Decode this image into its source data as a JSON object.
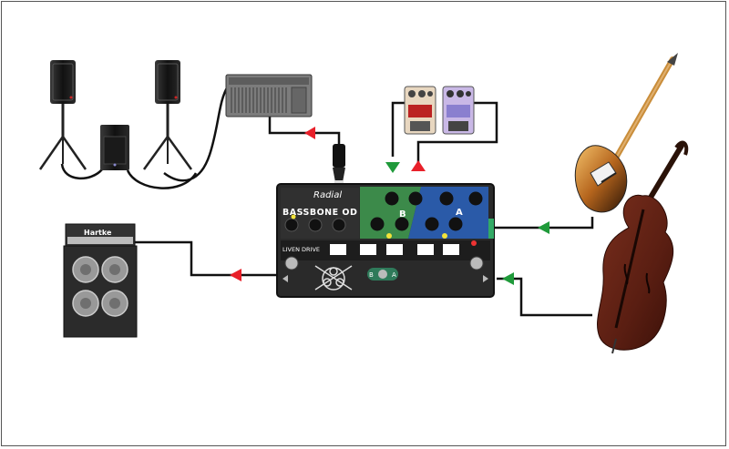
{
  "pedal": {
    "brand": "Radial",
    "model": "BASSBONE OD",
    "channel_b": "B",
    "channel_a": "A",
    "drive_label": "LIVEN DRIVE",
    "footswitch_b": "B",
    "footswitch_a": "A"
  },
  "cabinet": {
    "brand": "Hartke"
  },
  "colors": {
    "cable": "#111111",
    "arrow_out": "#e8202a",
    "arrow_in": "#1f9a3a",
    "pedal_body": "#2a2a2a",
    "channel_b_panel": "#3c8a4a",
    "channel_a_panel": "#2a5aa8"
  },
  "icons": [
    "speaker-icon",
    "subwoofer-icon",
    "mixer-icon",
    "effects-pedal-icon",
    "bass-amp-icon",
    "electric-bass-icon",
    "upright-bass-icon",
    "di-output-icon"
  ]
}
